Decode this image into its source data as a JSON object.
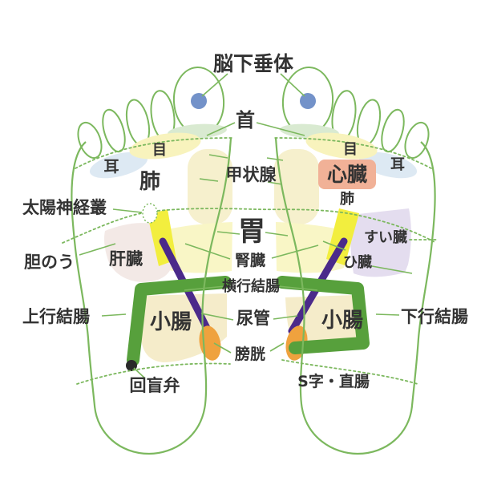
{
  "title": "脳下垂体",
  "colors": {
    "outline_green": "#7cb85e",
    "colon_green": "#57a03c",
    "ureter_purple": "#4b2a8a",
    "bladder_orange": "#efa23e",
    "kidney_yellow": "#f2ee3e",
    "heart_salmon": "#f1b197",
    "liver_pink": "#f3e9e6",
    "spleen_lavender": "#e4ddef",
    "intestine_beige": "#f5ecca",
    "stomach_yellow": "#f9f6c6",
    "eye_yellow": "#f8f3bd",
    "ear_blue": "#dde9f3",
    "neck_green": "#d9ead1",
    "lung_cream": "#f6f0cd",
    "pituitary_blue": "#7392c9",
    "valve_black": "#2a2a2a",
    "text": "#333333"
  },
  "labels": {
    "pituitary": "脳下垂体",
    "neck": "首",
    "ear_left": "耳",
    "eye_left": "目",
    "lung_left": "肺",
    "thyroid": "甲状腺",
    "eye_right": "目",
    "heart": "心臓",
    "ear_right": "耳",
    "lung_right": "肺",
    "solar_plexus": "太陽神経叢",
    "stomach": "胃",
    "pancreas": "すい臓",
    "gallbladder": "胆のう",
    "liver": "肝臓",
    "kidney": "腎臓",
    "spleen": "ひ臓",
    "transverse_colon": "横行結腸",
    "ascending_colon": "上行結腸",
    "small_intestine_left": "小腸",
    "ureter": "尿管",
    "small_intestine_right": "小腸",
    "descending_colon": "下行結腸",
    "bladder": "膀胱",
    "ileocecal_valve": "回盲弁",
    "sigmoid_rectum": "S字・直腸"
  }
}
